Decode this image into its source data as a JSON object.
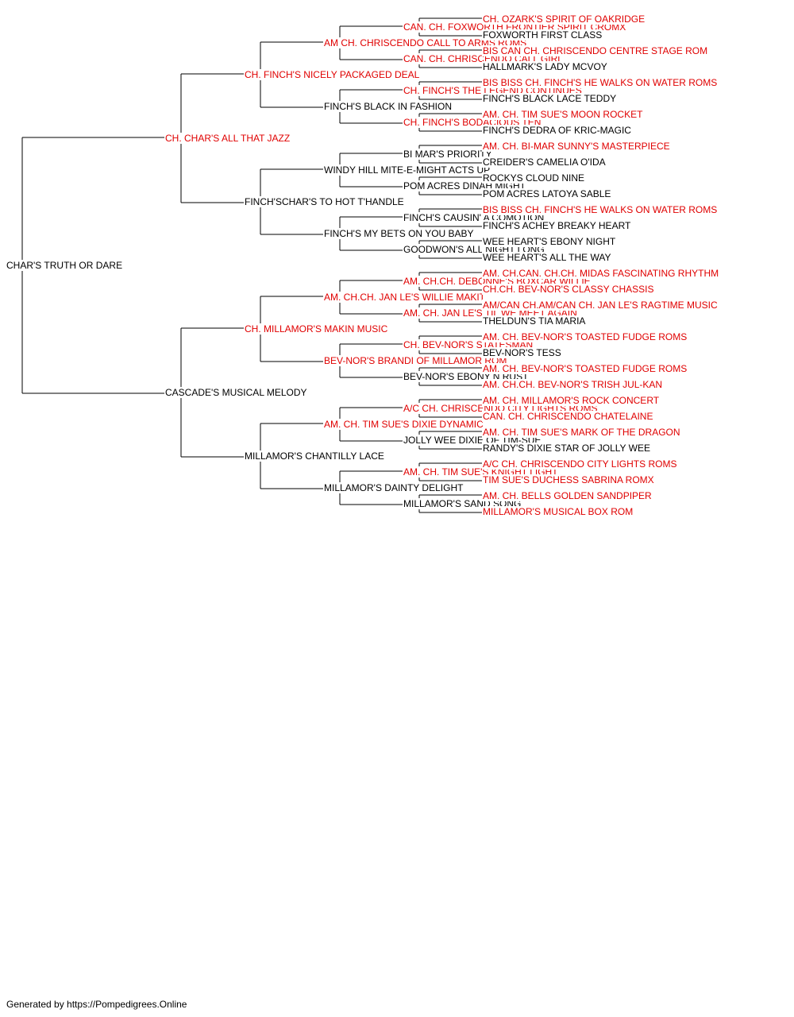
{
  "colors": {
    "champion": "#e00000",
    "normal": "#000000",
    "line": "#000000"
  },
  "pedigree": [
    {
      "name": "CHAR'S TRUTH OR DARE",
      "champion": false
    },
    {
      "name": "CH. CHAR'S ALL THAT JAZZ",
      "champion": true
    },
    {
      "name": "CASCADE'S MUSICAL MELODY",
      "champion": false
    },
    {
      "name": "CH. FINCH'S NICELY PACKAGED DEAL",
      "champion": true
    },
    {
      "name": "FINCH'SCHAR'S TO HOT T'HANDLE",
      "champion": false
    },
    {
      "name": "CH. MILLAMOR'S MAKIN MUSIC",
      "champion": true
    },
    {
      "name": "MILLAMOR'S CHANTILLY LACE",
      "champion": false
    },
    {
      "name": "AM CH. CHRISCENDO CALL TO ARMS ROMS",
      "champion": true
    },
    {
      "name": "FINCH'S BLACK IN FASHION",
      "champion": false
    },
    {
      "name": "WINDY HILL MITE-E-MIGHT ACTS UP",
      "champion": false
    },
    {
      "name": "FINCH'S MY BETS ON YOU BABY",
      "champion": false
    },
    {
      "name": "AM. CH.CH. JAN LE'S WILLIE MAKIT",
      "champion": true
    },
    {
      "name": "BEV-NOR'S BRANDI OF MILLAMOR ROM",
      "champion": true
    },
    {
      "name": "AM. CH. TIM SUE'S DIXIE DYNAMIC",
      "champion": true
    },
    {
      "name": "MILLAMOR'S DAINTY DELIGHT",
      "champion": false
    },
    {
      "name": "CAN. CH. FOXWORTH FRONTIER SPIRIT CROMX",
      "champion": true
    },
    {
      "name": "CAN. CH. CHRISCENDO CALL GIRL",
      "champion": true
    },
    {
      "name": "CH. FINCH'S THE LEGEND CONTINUES",
      "champion": true
    },
    {
      "name": "CH. FINCH'S BODACIOUS TEN",
      "champion": true
    },
    {
      "name": "BI MAR'S PRIORITY",
      "champion": false
    },
    {
      "name": "POM ACRES DINAH MIGHT",
      "champion": false
    },
    {
      "name": "FINCH'S CAUSIN' A COMOTION",
      "champion": false
    },
    {
      "name": "GOODWON'S ALL NIGHT LONG",
      "champion": false
    },
    {
      "name": "AM. CH.CH. DEBONNE'S BOXCAR WILLIE",
      "champion": true
    },
    {
      "name": "AM. CH. JAN LE'S TIL WE MEET AGAIN",
      "champion": true
    },
    {
      "name": "CH. BEV-NOR'S STATESMAN",
      "champion": true
    },
    {
      "name": "BEV-NOR'S EBONY N RUST",
      "champion": false
    },
    {
      "name": "A/C CH. CHRISCENDO CITY LIGHTS ROMS",
      "champion": true
    },
    {
      "name": "JOLLY WEE DIXIE OF TIM-SUE",
      "champion": false
    },
    {
      "name": "AM. CH. TIM SUE'S KNIGHT LIGHT",
      "champion": true
    },
    {
      "name": "MILLAMOR'S SAND SONG",
      "champion": false
    },
    {
      "name": "CH. OZARK'S SPIRIT OF OAKRIDGE",
      "champion": true
    },
    {
      "name": "FOXWORTH FIRST CLASS",
      "champion": false
    },
    {
      "name": "BIS CAN CH. CHRISCENDO CENTRE STAGE ROM",
      "champion": true
    },
    {
      "name": "HALLMARK'S LADY MCVOY",
      "champion": false
    },
    {
      "name": "BIS BISS CH. FINCH'S HE WALKS ON WATER ROMS",
      "champion": true
    },
    {
      "name": "FINCH'S BLACK LACE TEDDY",
      "champion": false
    },
    {
      "name": "AM. CH. TIM SUE'S MOON ROCKET",
      "champion": true
    },
    {
      "name": "FINCH'S DEDRA OF KRIC-MAGIC",
      "champion": false
    },
    {
      "name": "AM. CH. BI-MAR SUNNY'S MASTERPIECE",
      "champion": true
    },
    {
      "name": "CREIDER'S CAMELIA O'IDA",
      "champion": false
    },
    {
      "name": "ROCKYS CLOUD NINE",
      "champion": false
    },
    {
      "name": "POM ACRES LATOYA SABLE",
      "champion": false
    },
    {
      "name": "BIS BISS CH. FINCH'S HE WALKS ON WATER ROMS",
      "champion": true
    },
    {
      "name": "FINCH'S ACHEY BREAKY HEART",
      "champion": false
    },
    {
      "name": "WEE HEART'S EBONY NIGHT",
      "champion": false
    },
    {
      "name": "WEE HEART'S ALL THE WAY",
      "champion": false
    },
    {
      "name": "AM. CH.CAN. CH.CH. MIDAS FASCINATING RHYTHM",
      "champion": true
    },
    {
      "name": "CH.CH. BEV-NOR'S CLASSY CHASSIS",
      "champion": true
    },
    {
      "name": "AM/CAN CH.AM/CAN CH. JAN LE'S RAGTIME MUSIC",
      "champion": true
    },
    {
      "name": "THELDUN'S TIA MARIA",
      "champion": false
    },
    {
      "name": "AM. CH. BEV-NOR'S TOASTED FUDGE ROMS",
      "champion": true
    },
    {
      "name": "BEV-NOR'S TESS",
      "champion": false
    },
    {
      "name": "AM. CH. BEV-NOR'S TOASTED FUDGE ROMS",
      "champion": true
    },
    {
      "name": "AM. CH.CH. BEV-NOR'S TRISH JUL-KAN",
      "champion": true
    },
    {
      "name": "AM. CH. MILLAMOR'S ROCK CONCERT",
      "champion": true
    },
    {
      "name": "CAN. CH. CHRISCENDO CHATELAINE",
      "champion": true
    },
    {
      "name": "AM. CH. TIM SUE'S MARK OF THE DRAGON",
      "champion": true
    },
    {
      "name": "RANDY'S DIXIE STAR OF JOLLY WEE",
      "champion": false
    },
    {
      "name": "A/C CH. CHRISCENDO CITY LIGHTS ROMS",
      "champion": true
    },
    {
      "name": "TIM SUE'S DUCHESS SABRINA ROMX",
      "champion": true
    },
    {
      "name": "AM. CH. BELLS GOLDEN SANDPIPER",
      "champion": true
    },
    {
      "name": "MILLAMOR'S MUSICAL BOX ROM",
      "champion": true
    }
  ],
  "footer": {
    "text": "Generated by https://Pompedigrees.Online"
  }
}
